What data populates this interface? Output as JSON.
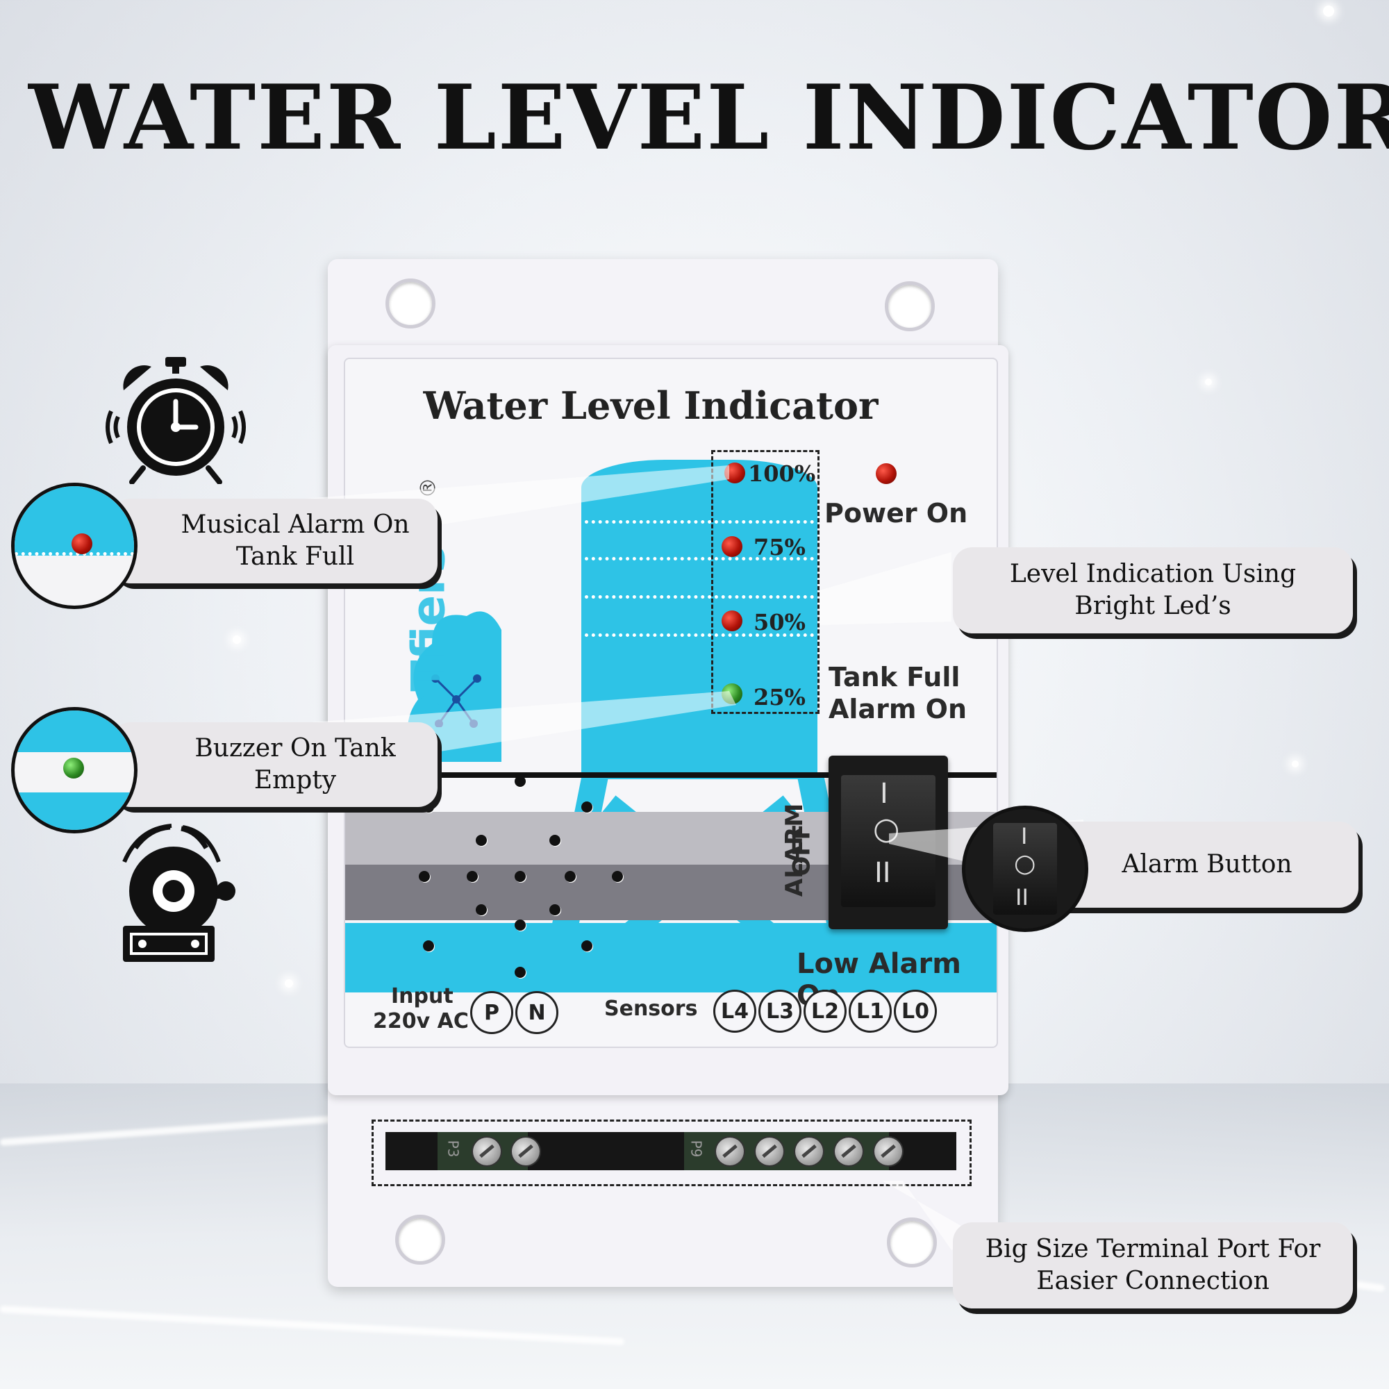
{
  "title": "WATER LEVEL INDICATOR",
  "device": {
    "label": "Water Level Indicator",
    "brand": "IoTfiers",
    "registered_mark": "®",
    "level_percents": [
      "100%",
      "75%",
      "50%",
      "25%"
    ],
    "power_on": "Power On",
    "tank_full_line1": "Tank Full",
    "tank_full_line2": "Alarm On",
    "alarm_label": "ALARM",
    "off_label": "OFF",
    "low_alarm": "Low Alarm On",
    "input_line1": "Input",
    "input_line2": "220v AC",
    "input_terminals": [
      "P",
      "N"
    ],
    "sensors_label": "Sensors",
    "sensor_terminals": [
      "L4",
      "L3",
      "L2",
      "L1",
      "L0"
    ],
    "port_label_left": "P3",
    "port_label_right": "P9",
    "led_colors": {
      "red": "#b11208",
      "green": "#2d8a22"
    },
    "accent_color": "#2ec3e6"
  },
  "callouts": {
    "musical_alarm_line1": "Musical Alarm On",
    "musical_alarm_line2": "Tank Full",
    "buzzer": "Buzzer On Tank Empty",
    "level_line1": "Level Indication Using",
    "level_line2": "Bright Led’s",
    "alarm_button": "Alarm Button",
    "terminal_line1": "Big Size Terminal Port For",
    "terminal_line2": "Easier Connection"
  },
  "icons": {
    "alarm_clock": "alarm-clock-icon",
    "bell": "ringing-bell-icon"
  }
}
